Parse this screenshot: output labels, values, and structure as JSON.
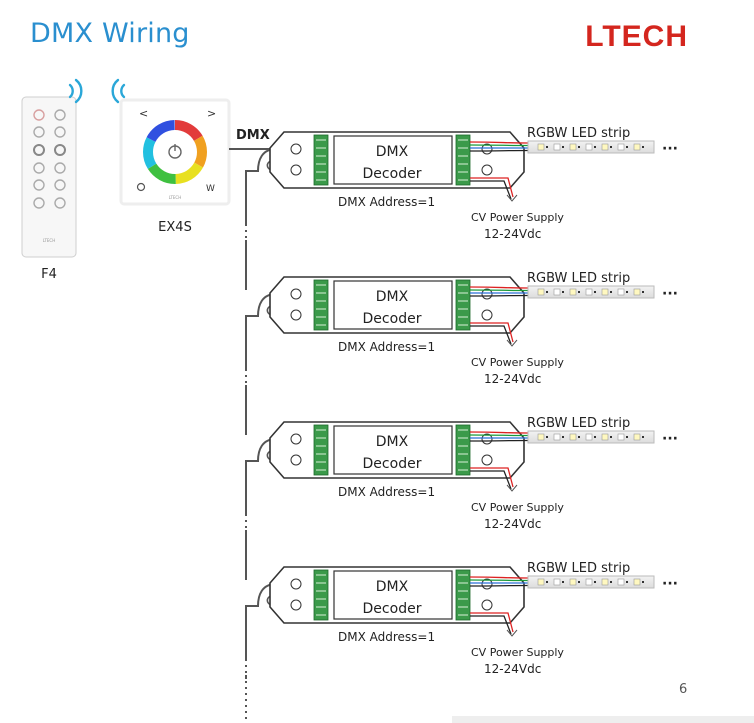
{
  "header": {
    "title": "DMX Wiring",
    "brand": "LTECH"
  },
  "remote": {
    "label": "F4",
    "brand": "LTECH"
  },
  "panel": {
    "label": "EX4S",
    "brand": "LTECH",
    "left_arrow": "<",
    "right_arrow": ">",
    "w_key": "W"
  },
  "signal_label": "DMX",
  "units": [
    {
      "decoder_line1": "DMX",
      "decoder_line2": "Decoder",
      "address": "DMX Address=1",
      "strip": "RGBW LED strip",
      "power_line1": "CV Power Supply",
      "power_line2": "12-24Vdc",
      "ellipsis": "···"
    },
    {
      "decoder_line1": "DMX",
      "decoder_line2": "Decoder",
      "address": "DMX Address=1",
      "strip": "RGBW LED strip",
      "power_line1": "CV Power Supply",
      "power_line2": "12-24Vdc",
      "ellipsis": "···"
    },
    {
      "decoder_line1": "DMX",
      "decoder_line2": "Decoder",
      "address": "DMX Address=1",
      "strip": "RGBW LED strip",
      "power_line1": "CV Power Supply",
      "power_line2": "12-24Vdc",
      "ellipsis": "···"
    },
    {
      "decoder_line1": "DMX",
      "decoder_line2": "Decoder",
      "address": "DMX Address=1",
      "strip": "RGBW LED strip",
      "power_line1": "CV Power Supply",
      "power_line2": "12-24Vdc",
      "ellipsis": "···"
    }
  ],
  "page_number": "6",
  "colors": {
    "title": "#2a8fcf",
    "brand": "#d4261e",
    "wifi": "#2aa7d8",
    "terminal": "#3b9a4a",
    "wire_red": "#d22",
    "wire_green": "#1a9a3a",
    "wire_blue": "#2b6fd6"
  }
}
